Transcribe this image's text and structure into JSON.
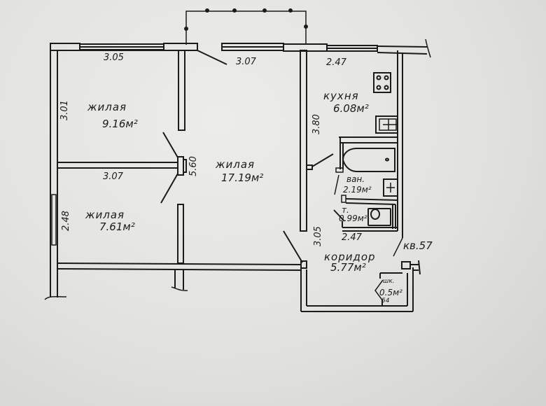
{
  "plan": {
    "apartment_label": "кв.57",
    "background_color": "#e4e4e1",
    "line_color": "#1b1b1b"
  },
  "rooms": [
    {
      "id": "living-1",
      "name": "жилая",
      "area": "9.16м²",
      "dims": {
        "width": "3.05",
        "height": "3.01"
      }
    },
    {
      "id": "living-2",
      "name": "жилая",
      "area": "17.19м²",
      "dims": {
        "width": "3.07",
        "height": "5.60"
      }
    },
    {
      "id": "living-3",
      "name": "жилая",
      "area": "7.61м²",
      "dims": {
        "width": "3.07",
        "height": "2.48"
      }
    },
    {
      "id": "kitchen",
      "name": "кухня",
      "area": "6.08м²",
      "dims": {
        "width": "2.47",
        "height": "3.80"
      }
    },
    {
      "id": "bathroom",
      "name": "ван.",
      "area": "2.19м²"
    },
    {
      "id": "toilet",
      "name": "т.",
      "area": "0.99м²"
    },
    {
      "id": "corridor",
      "name": "коридор",
      "area": "5.77м²",
      "dims": {
        "width": "2.47",
        "height": "3.05"
      }
    },
    {
      "id": "closet",
      "name": "шк.",
      "area": "0.5м²",
      "note": "54"
    }
  ]
}
